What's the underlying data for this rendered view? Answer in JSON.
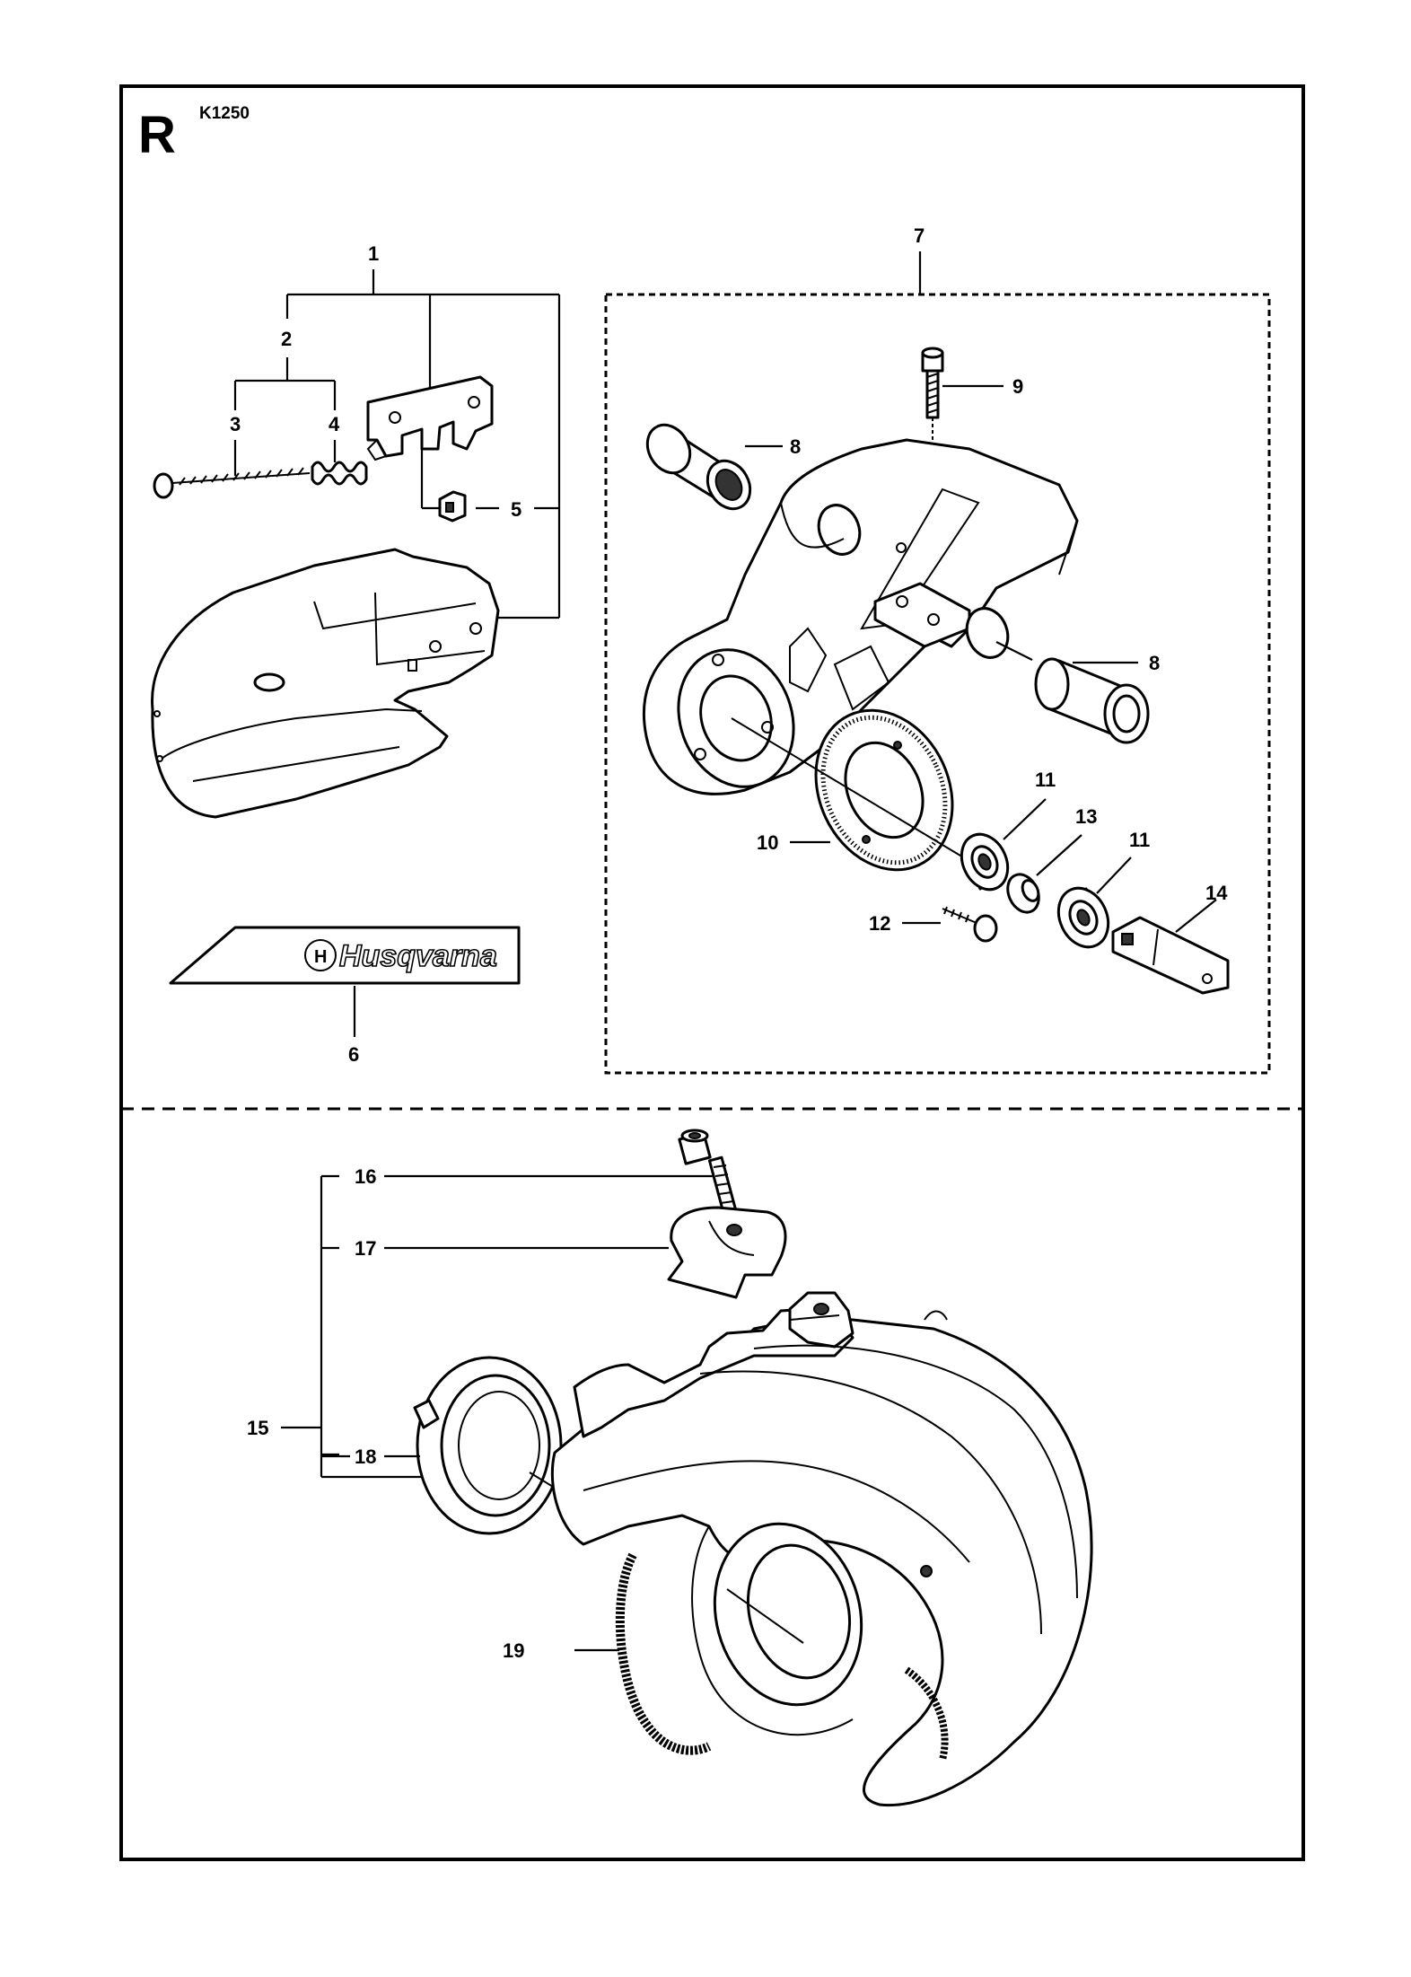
{
  "header": {
    "section_letter": "R",
    "model": "K1250"
  },
  "brand_decal": "Husqvarna",
  "callouts": [
    "1",
    "2",
    "3",
    "4",
    "5",
    "6",
    "7",
    "8",
    "8",
    "9",
    "10",
    "11",
    "11",
    "12",
    "13",
    "14",
    "15",
    "16",
    "17",
    "18",
    "19"
  ]
}
